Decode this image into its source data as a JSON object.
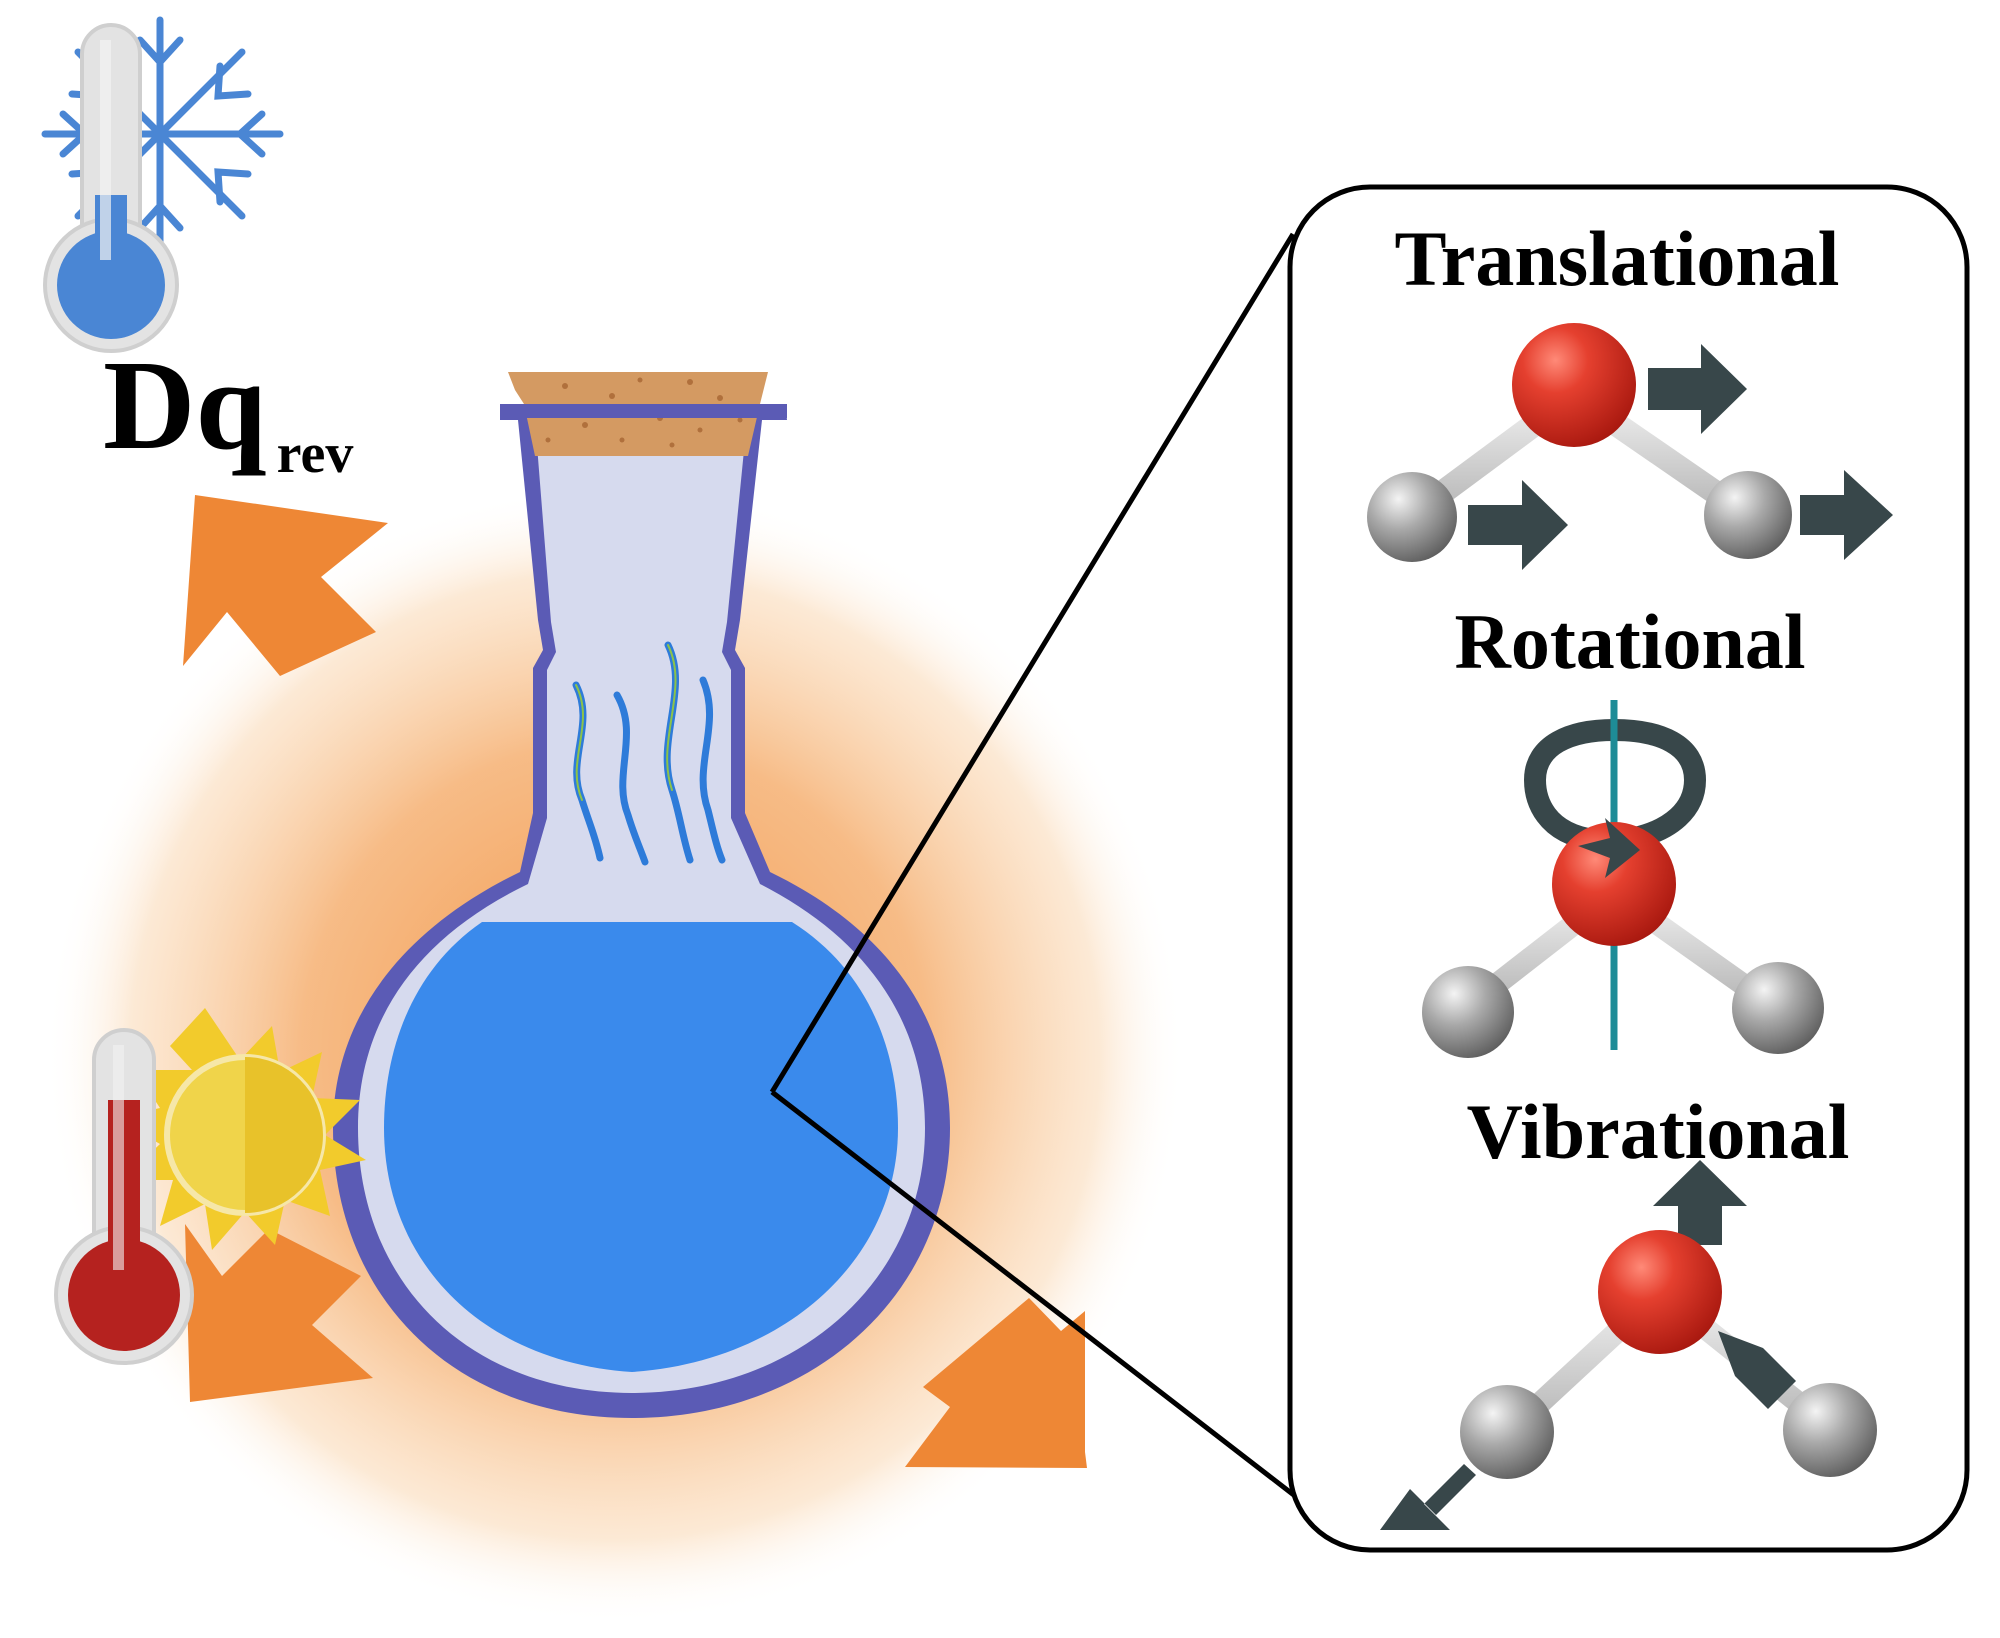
{
  "heat_label": {
    "main": "Dq",
    "subscript": "rev"
  },
  "motion_panel": {
    "modes": [
      {
        "id": "translational",
        "label": "Translational"
      },
      {
        "id": "rotational",
        "label": "Rotational"
      },
      {
        "id": "vibrational",
        "label": "Vibrational"
      }
    ]
  },
  "icons": {
    "cold": "thermometer-snowflake-icon",
    "hot": "thermometer-sun-icon",
    "flask": "round-bottom-flask-icon",
    "motion_arrow": "arrow-icon",
    "rotation": "circular-arrow-icon"
  },
  "colors": {
    "heat_arrows": "#EE8735",
    "glow": "#F4A55E",
    "flask_outline": "#5B5BB5",
    "flask_glass": "#D6DAEE",
    "liquid": "#3A8AEC",
    "cork": "#D49A62",
    "oxygen": "#E23A2C",
    "hydrogen": "#9C9C9C",
    "motion_arrows": "#38474A",
    "rotation_axis": "#1E8C97",
    "cold_mercury": "#4A86D4",
    "snowflake": "#4A86D4",
    "hot_mercury": "#B5221F",
    "sun": "#F2CB2C"
  }
}
